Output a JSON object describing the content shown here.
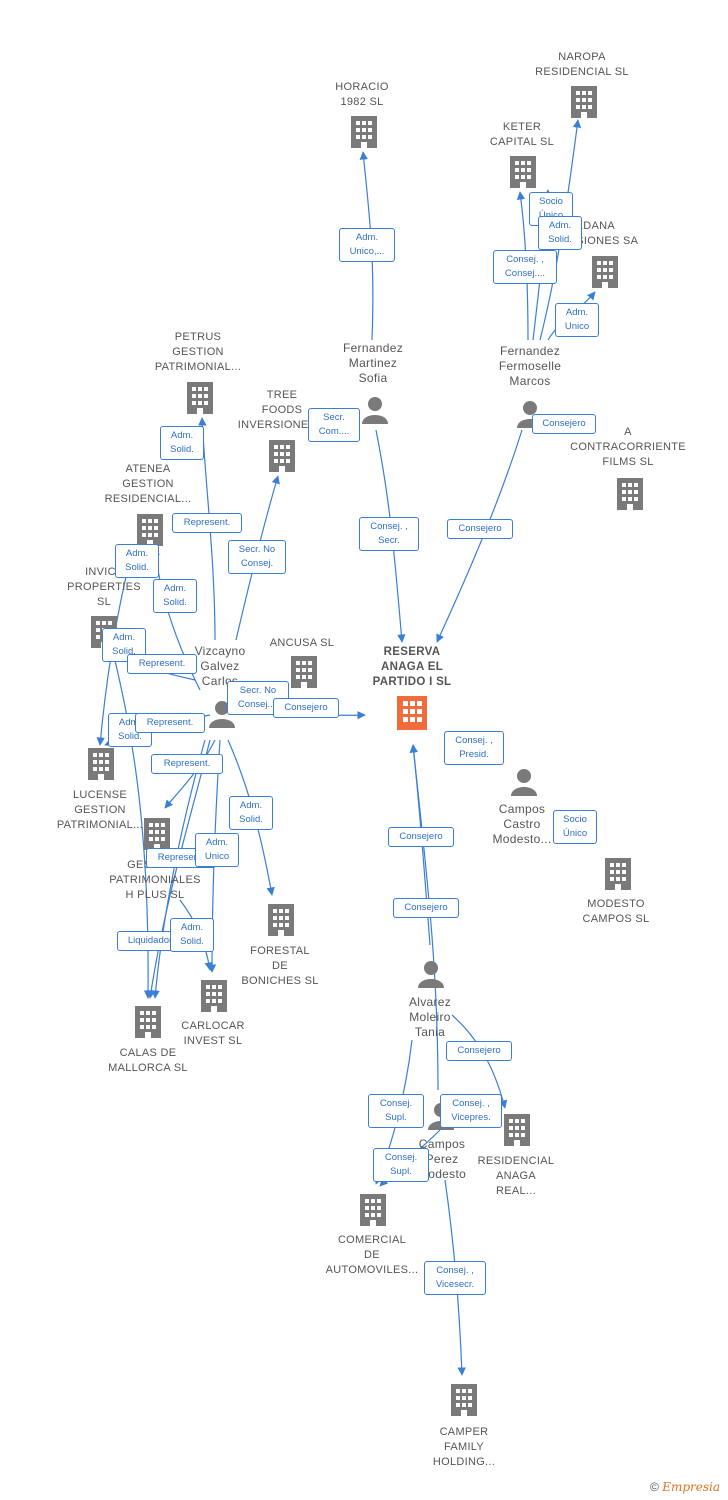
{
  "colors": {
    "edge": "#3a7fd5",
    "node": "#7a7a7a",
    "main_node": "#f26b3a"
  },
  "nodes": {
    "horacio": "HORACIO\n1982 SL",
    "naropa": "NAROPA\nRESIDENCIAL SL",
    "keter": "KETER\nCAPITAL SL",
    "sedana": "SEDANA\nRSIONES SA",
    "fernandez_martinez": "Fernandez\nMartinez\nSofia",
    "fernandez_fermoselle": "Fernandez\nFermoselle\nMarcos",
    "petrus": "PETRUS\nGESTION\nPATRIMONIAL...",
    "tree_foods": "TREE\nFOODS\nINVERSIONES...",
    "contracorriente": "A\nCONTRACORRIENTE\nFILMS SL",
    "atenea": "ATENEA\nGESTION\nRESIDENCIAL...",
    "invicta": "INVICT\nPROPERTIES\nSL",
    "ancusa": "ANCUSA  SL",
    "vizcayno": "Vizcayno\nGalvez\nCarlos",
    "reserva": "RESERVA\nANAGA EL\nPARTIDO I  SL",
    "lucense": "LUCENSE\nGESTION\nPATRIMONIAL...",
    "campos_castro": "Campos\nCastro\nModesto...",
    "modesto_campos": "MODESTO\nCAMPOS  SL",
    "gestora": "GESTORA\nPATRIMONIALES\nH PLUS  SL",
    "forestal": "FORESTAL\nDE\nBONICHES  SL",
    "carlocar": "CARLOCAR\nINVEST  SL",
    "calas": "CALAS DE\nMALLORCA  SL",
    "alvarez": "Alvarez\nMoleiro\nTania",
    "campos_perez": "Campos\nPerez\nModesto",
    "residencial_anaga": "RESIDENCIAL\nANAGA\nREAL...",
    "comercial": "COMERCIAL\nDE\nAUTOMOVILES...",
    "camper": "CAMPER\nFAMILY\nHOLDING..."
  },
  "edges": {
    "adm_unico_horacio": "Adm.\nUnico,...",
    "socio_unico_naropa": "Socio\nÚnico",
    "adm_solid_keter": "Adm.\nSolid.",
    "consej_keter": "Consej. ,\nConsej....",
    "adm_unico_sedana": "Adm.\nUnico",
    "consejero_contra": "Consejero",
    "secr_com": "Secr.\nCom....",
    "adm_solid_petrus": "Adm.\nSolid.",
    "represent_1": "Represent.",
    "secr_no_consej_tree": "Secr.  No\nConsej.",
    "adm_solid_atenea": "Adm.\nSolid.",
    "adm_solid_2": "Adm.\nSolid.",
    "adm_solid_invicta": "Adm.\nSolid.",
    "represent_2": "Represent.",
    "secr_no_consej_ancusa": "Secr.  No\nConsej....",
    "consejero_viz": "Consejero",
    "consej_secr": "Consej. ,\nSecr.",
    "consejero_ff": "Consejero",
    "adm_solid_lucense": "Adm.\nSolid.",
    "represent_3": "Represent.",
    "represent_4": "Represent.",
    "consej_presid": "Consej. ,\nPresid.",
    "adm_solid_forestal": "Adm.\nSolid.",
    "represent_5": "Represent.",
    "adm_unico_carlo": "Adm.\nUnico",
    "socio_unico_modesto": "Socio\nÚnico",
    "consejero_alv1": "Consejero",
    "consejero_alv2": "Consejero",
    "liquidador": "Liquidador",
    "adm_solid_calas": "Adm.\nSolid.",
    "consejero_resid": "Consejero",
    "consej_supl_1": "Consej.\nSupl.",
    "consej_vicepres": "Consej. ,\nVicepres.",
    "consej_supl_2": "Consej.\nSupl.",
    "consej_vicesecr": "Consej. ,\nVicesecr."
  },
  "footer": {
    "copyright": "©",
    "brand": "Empresia"
  }
}
